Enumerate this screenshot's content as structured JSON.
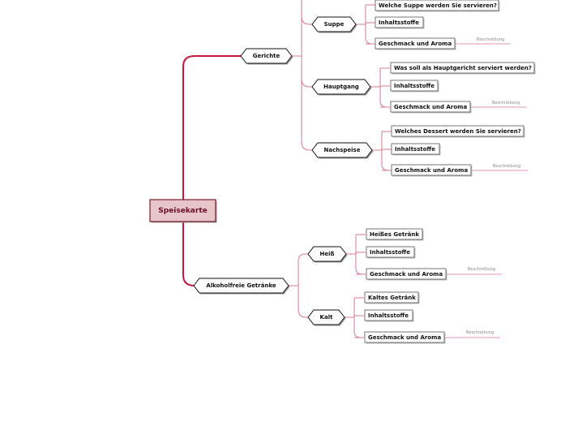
{
  "colors": {
    "branch": "#c4183c",
    "connector": "#d97a8f",
    "root_fill": "#e8c5cb",
    "root_border": "#7a1e2e",
    "node_border": "#111111",
    "description": "#8a8a8a"
  },
  "root": {
    "label": "Speisekarte"
  },
  "branches": [
    {
      "label": "Gerichte",
      "children": [
        {
          "label": "Suppe",
          "items": [
            {
              "label": "Welche Suppe werden Sie servieren?"
            },
            {
              "label": "Inhaltsstoffe"
            },
            {
              "label": "Geschmack und Aroma",
              "description": "Beschreibung"
            }
          ]
        },
        {
          "label": "Hauptgang",
          "items": [
            {
              "label": "Was soll als Hauptgericht serviert werden?"
            },
            {
              "label": "Inhaltsstoffe"
            },
            {
              "label": "Geschmack und Aroma",
              "description": "Beschreibung"
            }
          ]
        },
        {
          "label": "Nachspeise",
          "items": [
            {
              "label": "Welches Dessert werden Sie servieren?"
            },
            {
              "label": "Inhaltsstoffe"
            },
            {
              "label": "Geschmack und Aroma",
              "description": "Beschreibung"
            }
          ]
        }
      ]
    },
    {
      "label": "Alkoholfreie Getränke",
      "children": [
        {
          "label": "Heiß",
          "items": [
            {
              "label": "Heißes Getränk"
            },
            {
              "label": "Inhaltsstoffe"
            },
            {
              "label": "Geschmack und Aroma",
              "description": "Beschreibung"
            }
          ]
        },
        {
          "label": "Kalt",
          "items": [
            {
              "label": "Kaltes Getränk"
            },
            {
              "label": "Inhaltsstoffe"
            },
            {
              "label": "Geschmack und Aroma",
              "description": "Beschreibung"
            }
          ]
        }
      ]
    }
  ]
}
